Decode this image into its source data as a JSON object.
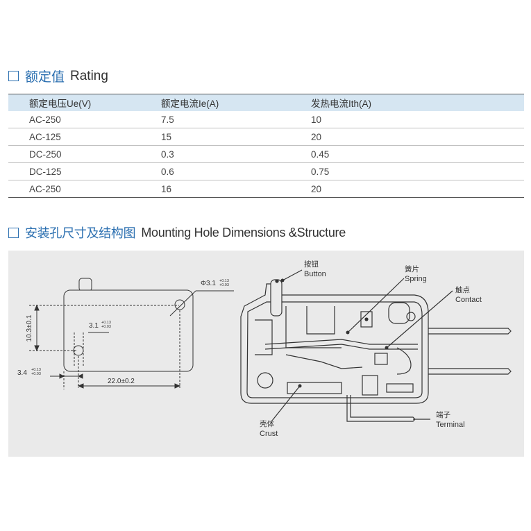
{
  "rating": {
    "title_cn": "额定值",
    "title_en": "Rating",
    "columns": [
      "额定电压Ue(V)",
      "额定电流Ie(A)",
      "发热电流Ith(A)"
    ],
    "rows": [
      [
        "AC-250",
        "7.5",
        "10"
      ],
      [
        "AC-125",
        "15",
        "20"
      ],
      [
        "DC-250",
        "0.3",
        "0.45"
      ],
      [
        "DC-125",
        "0.6",
        "0.75"
      ],
      [
        "AC-250",
        "16",
        "20"
      ]
    ]
  },
  "mounting": {
    "title_cn": "安装孔尺寸及结构图",
    "title_en": "Mounting Hole Dimensions &Structure",
    "dims": {
      "phi_hole": "Φ3.1",
      "phi_tol_plus": "+0.13",
      "phi_tol_minus": "+0.03",
      "height": "10.3±0.1",
      "hole_b": "3.1",
      "hole_b_tol_plus": "+0.13",
      "hole_b_tol_minus": "+0.03",
      "offset": "3.4",
      "offset_tol_plus": "+0.13",
      "offset_tol_minus": "+0.03",
      "width": "22.0±0.2"
    },
    "parts": {
      "button_cn": "按钮",
      "button_en": "Button",
      "spring_cn": "簧片",
      "spring_en": "Spring",
      "contact_cn": "触点",
      "contact_en": "Contact",
      "crust_cn": "壳体",
      "crust_en": "Crust",
      "terminal_cn": "端子",
      "terminal_en": "Terminal"
    }
  },
  "colors": {
    "accent": "#2b6fb0",
    "header_bg": "#d6e6f2",
    "panel_bg": "#eaeaea"
  }
}
